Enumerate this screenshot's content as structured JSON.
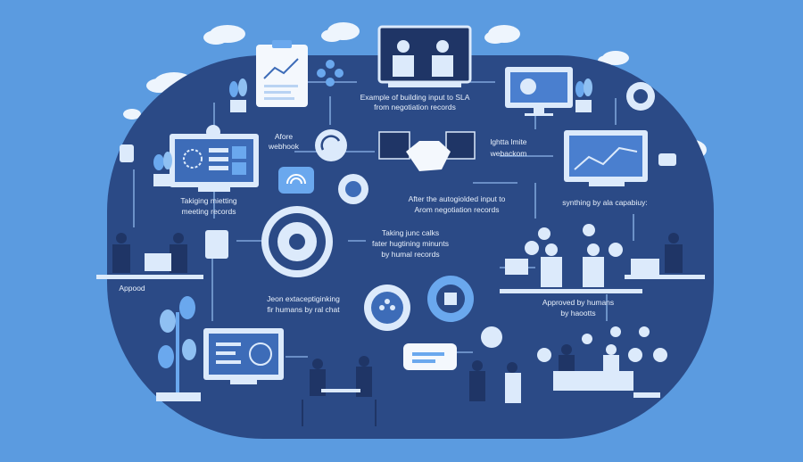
{
  "labels": {
    "top_center": [
      "Example of building input to SLA",
      "from negotiation records"
    ],
    "left_top": [
      "Afore",
      "webhook"
    ],
    "right_top": [
      "lghtta lmite",
      "webackom"
    ],
    "center": [
      "After the autogiolded input to",
      "Arom negotiation records"
    ],
    "left_mid": [
      "Takiging mietting",
      "meeting records"
    ],
    "right_mid": [
      "synthing by ala capabiuy:"
    ],
    "center_low": [
      "Taking junc calks",
      "fater hugtining minunts",
      "by humal records"
    ],
    "left_low": [
      "Appood"
    ],
    "bottom_left": [
      "Jeon extaceptiginking",
      "fir humans by ral chat"
    ],
    "right_low": [
      "Approved by humans",
      "by haootts"
    ]
  },
  "colors": {
    "sky": "#5b9be0",
    "panel": "#2b4a86",
    "dark": "#1f3566",
    "accent": "#6aa8ee",
    "light": "#dceafb",
    "white": "#ffffff"
  },
  "icons": [
    "cloud-icon",
    "clipboard-icon",
    "video-call-icon",
    "monitor-icon",
    "plant-icon",
    "handshake-icon",
    "gear-icon",
    "chart-monitor-icon",
    "chat-bubble-icon",
    "dollar-icon",
    "network-icon",
    "wifi-icon"
  ]
}
